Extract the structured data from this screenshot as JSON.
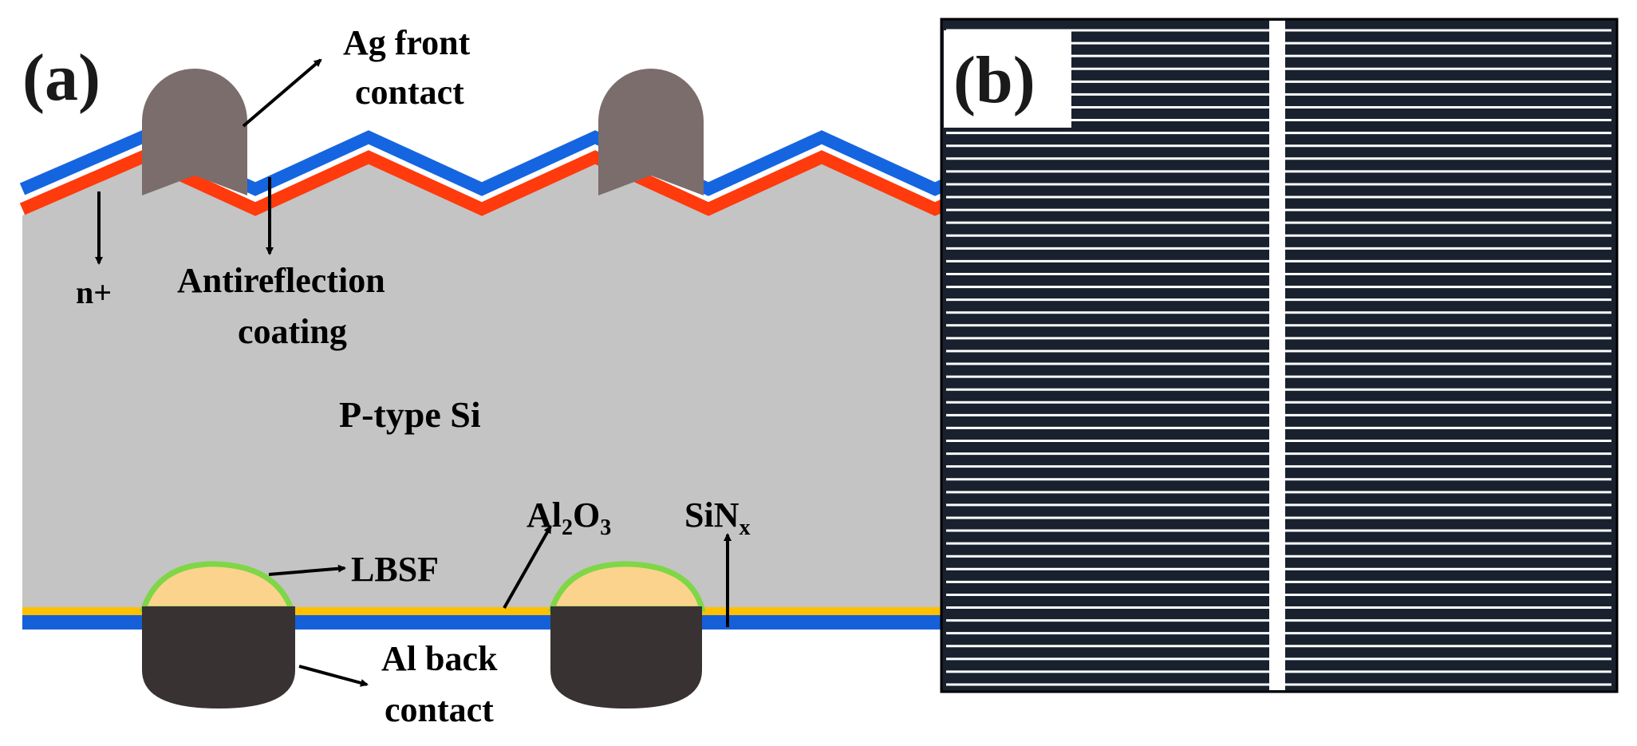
{
  "panel_a": {
    "panel_label": "(a)",
    "labels": {
      "ag_front_contact": [
        "Ag front",
        "contact"
      ],
      "n_plus": "n+",
      "antireflection": [
        "Antireflection",
        "coating"
      ],
      "p_type": "P-type Si",
      "al2o3": {
        "base": "Al",
        "sub1": "2",
        "mid": "O",
        "sub2": "3"
      },
      "sinx": {
        "base": "SiN",
        "sub": "x"
      },
      "lbsf": "LBSF",
      "al_back_contact": [
        "Al back",
        "contact"
      ]
    },
    "colors": {
      "silicon": "#c4c4c4",
      "antireflection_blue": "#1565e0",
      "n_plus_red": "#ff3a0c",
      "ag_contact": "#7b6d6c",
      "al2o3_yellow": "#ffc000",
      "sinx_blue": "#1560d8",
      "lbsf_fill": "#fbd38c",
      "lbsf_edge": "#7fd647",
      "al_back": "#383232"
    }
  },
  "panel_b": {
    "panel_label": "(b)",
    "finger_count": 52,
    "colors": {
      "cell_background": "#18212d",
      "finger_lines": "#ffffff",
      "busbar": "#ffffff",
      "frame": "#000000"
    }
  }
}
